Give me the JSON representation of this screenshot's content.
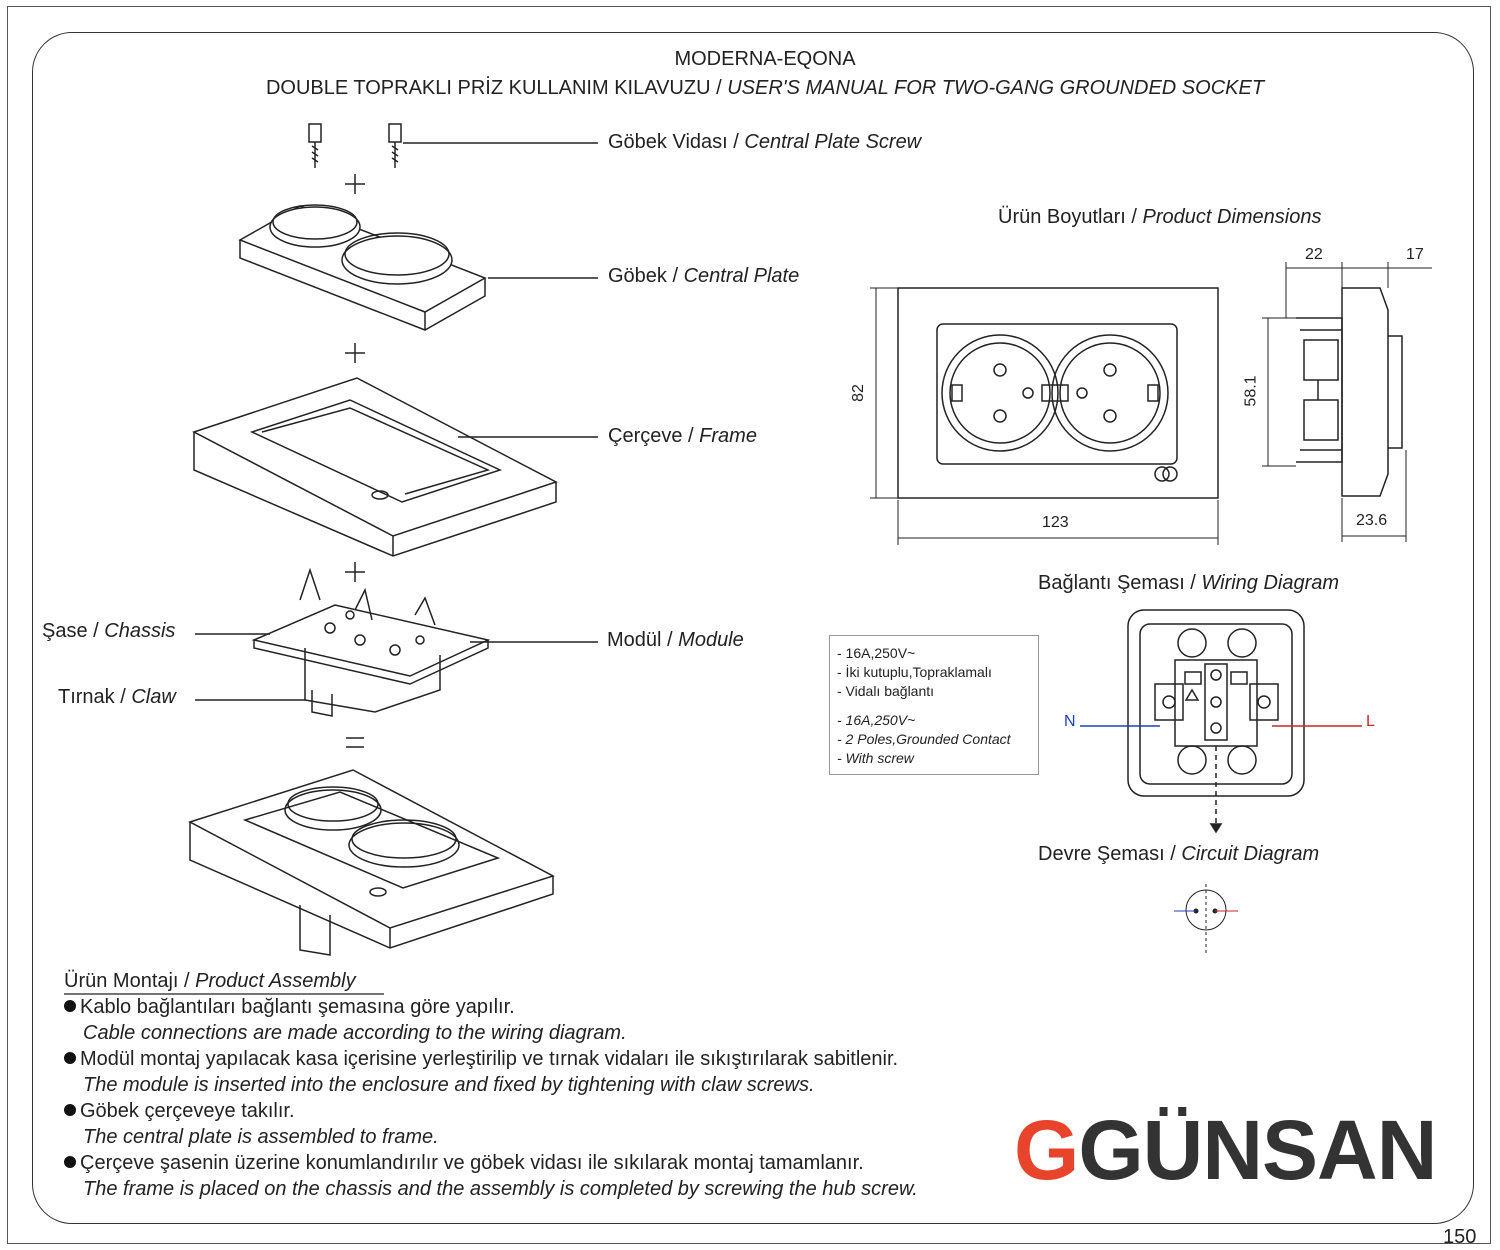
{
  "header": {
    "title": "MODERNA-EQONA",
    "subtitle_tr": "DOUBLE TOPRAKLI PRİZ KULLANIM KILAVUZU / ",
    "subtitle_en": "USER'S MANUAL FOR TWO-GANG GROUNDED SOCKET"
  },
  "parts": {
    "screw_tr": "Göbek Vidası / ",
    "screw_en": "Central Plate Screw",
    "plate_tr": "Göbek / ",
    "plate_en": "Central Plate",
    "frame_tr": "Çerçeve / ",
    "frame_en": "Frame",
    "chassis_tr": "Şase / ",
    "chassis_en": "Chassis",
    "claw_tr": "Tırnak / ",
    "claw_en": "Claw",
    "module_tr": "Modül / ",
    "module_en": "Module"
  },
  "dimensions": {
    "heading_tr": "Ürün Boyutları / ",
    "heading_en": "Product Dimensions",
    "width": "123",
    "height": "82",
    "side_height": "58.1",
    "d22": "22",
    "d17": "17",
    "d236": "23.6"
  },
  "wiring": {
    "heading_tr": "Bağlantı Şeması / ",
    "heading_en": "Wiring Diagram",
    "N": "N",
    "L": "L"
  },
  "circuit": {
    "heading_tr": "Devre Şeması / ",
    "heading_en": "Circuit Diagram"
  },
  "specs": {
    "tr": [
      "- 16A,250V~",
      "- İki kutuplu,Topraklamalı",
      "- Vidalı bağlantı"
    ],
    "en": [
      "- 16A,250V~",
      "- 2 Poles,Grounded Contact",
      "- With screw"
    ]
  },
  "assembly": {
    "heading_tr": "Ürün Montajı / ",
    "heading_en": "Product Assembly",
    "steps": [
      {
        "tr": "Kablo bağlantıları bağlantı şemasına göre yapılır.",
        "en": "Cable connections are made according to the wiring diagram."
      },
      {
        "tr": "Modül montaj yapılacak kasa içerisine yerleştirilip ve tırnak vidaları ile sıkıştırılarak sabitlenir.",
        "en": "The module is inserted into the enclosure and fixed by tightening with claw screws."
      },
      {
        "tr": "Göbek çerçeveye takılır.",
        "en": "The central plate is assembled to frame."
      },
      {
        "tr": "Çerçeve şasenin üzerine konumlandırılır ve göbek vidası ile sıkılarak montaj tamamlanır.",
        "en": "The frame is placed on the chassis and the assembly is completed by screwing the hub screw."
      }
    ]
  },
  "logo": {
    "g": "G",
    "rest": "GÜNSAN"
  },
  "page_number": "150",
  "colors": {
    "logo_red": "#e8442c",
    "logo_gray": "#333333",
    "wire_blue": "#1f3fbf",
    "wire_red": "#c62828"
  }
}
